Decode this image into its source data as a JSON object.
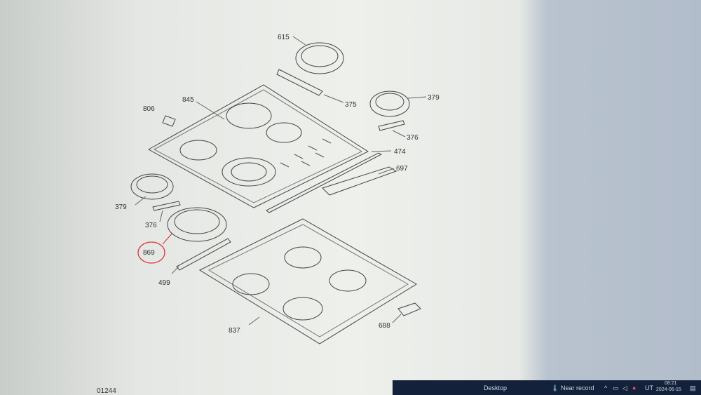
{
  "diagram": {
    "part_labels": {
      "p615": "615",
      "p375": "375",
      "p379a": "379",
      "p376a": "376",
      "p806": "806",
      "p845": "845",
      "p474": "474",
      "p697": "697",
      "p379b": "379",
      "p376b": "376",
      "p869": "869",
      "p499": "499",
      "p837": "837",
      "p688": "688"
    },
    "footer_code": "01244",
    "highlight_color": "#e0303a"
  },
  "taskbar": {
    "desktop": "Desktop",
    "weather": "Near record",
    "lang": "UT",
    "time": "08:21",
    "date": "2024-06-15"
  }
}
